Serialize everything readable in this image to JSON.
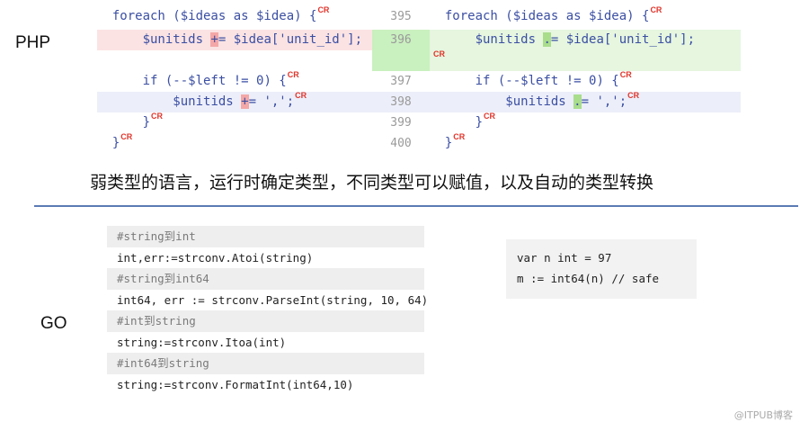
{
  "php": {
    "label": "PHP",
    "cr": "CR",
    "line_numbers": [
      "395",
      "396",
      "397",
      "398",
      "399",
      "400"
    ],
    "left_lines": [
      "foreach ($ideas as $idea) {",
      "$unitids ",
      "+",
      "= $idea['unit_id'];",
      "if (--$left != 0) {",
      "$unitids ",
      "+",
      "= ',';",
      "}",
      "}"
    ],
    "right_lines": [
      "foreach ($ideas as $idea) {",
      "$unitids ",
      ".",
      "= $idea['unit_id'];",
      "if (--$left != 0) {",
      "$unitids ",
      ".",
      "= ',';",
      "}",
      "}"
    ]
  },
  "caption": "弱类型的语言，运行时确定类型，不同类型可以赋值，以及自动的类型转换",
  "go": {
    "label": "GO",
    "block": [
      {
        "kind": "comment",
        "text": "#string到int"
      },
      {
        "kind": "code",
        "text": "int,err:=strconv.Atoi(string)"
      },
      {
        "kind": "comment",
        "text": "#string到int64"
      },
      {
        "kind": "code",
        "text": "int64, err := strconv.ParseInt(string, 10, 64)"
      },
      {
        "kind": "comment",
        "text": "#int到string"
      },
      {
        "kind": "code",
        "text": "string:=strconv.Itoa(int)"
      },
      {
        "kind": "comment",
        "text": "#int64到string"
      },
      {
        "kind": "code",
        "text": "string:=strconv.FormatInt(int64,10)"
      }
    ],
    "side": [
      "var n int = 97",
      "m := int64(n) // safe"
    ]
  },
  "watermark": "@ITPUB博客",
  "colors": {
    "deleted_bg": "#fbe3e3",
    "added_bg": "#e6f6df",
    "cr_marker": "#e0352b",
    "code_text": "#3b4fa3",
    "divider": "#5b7bb5"
  }
}
